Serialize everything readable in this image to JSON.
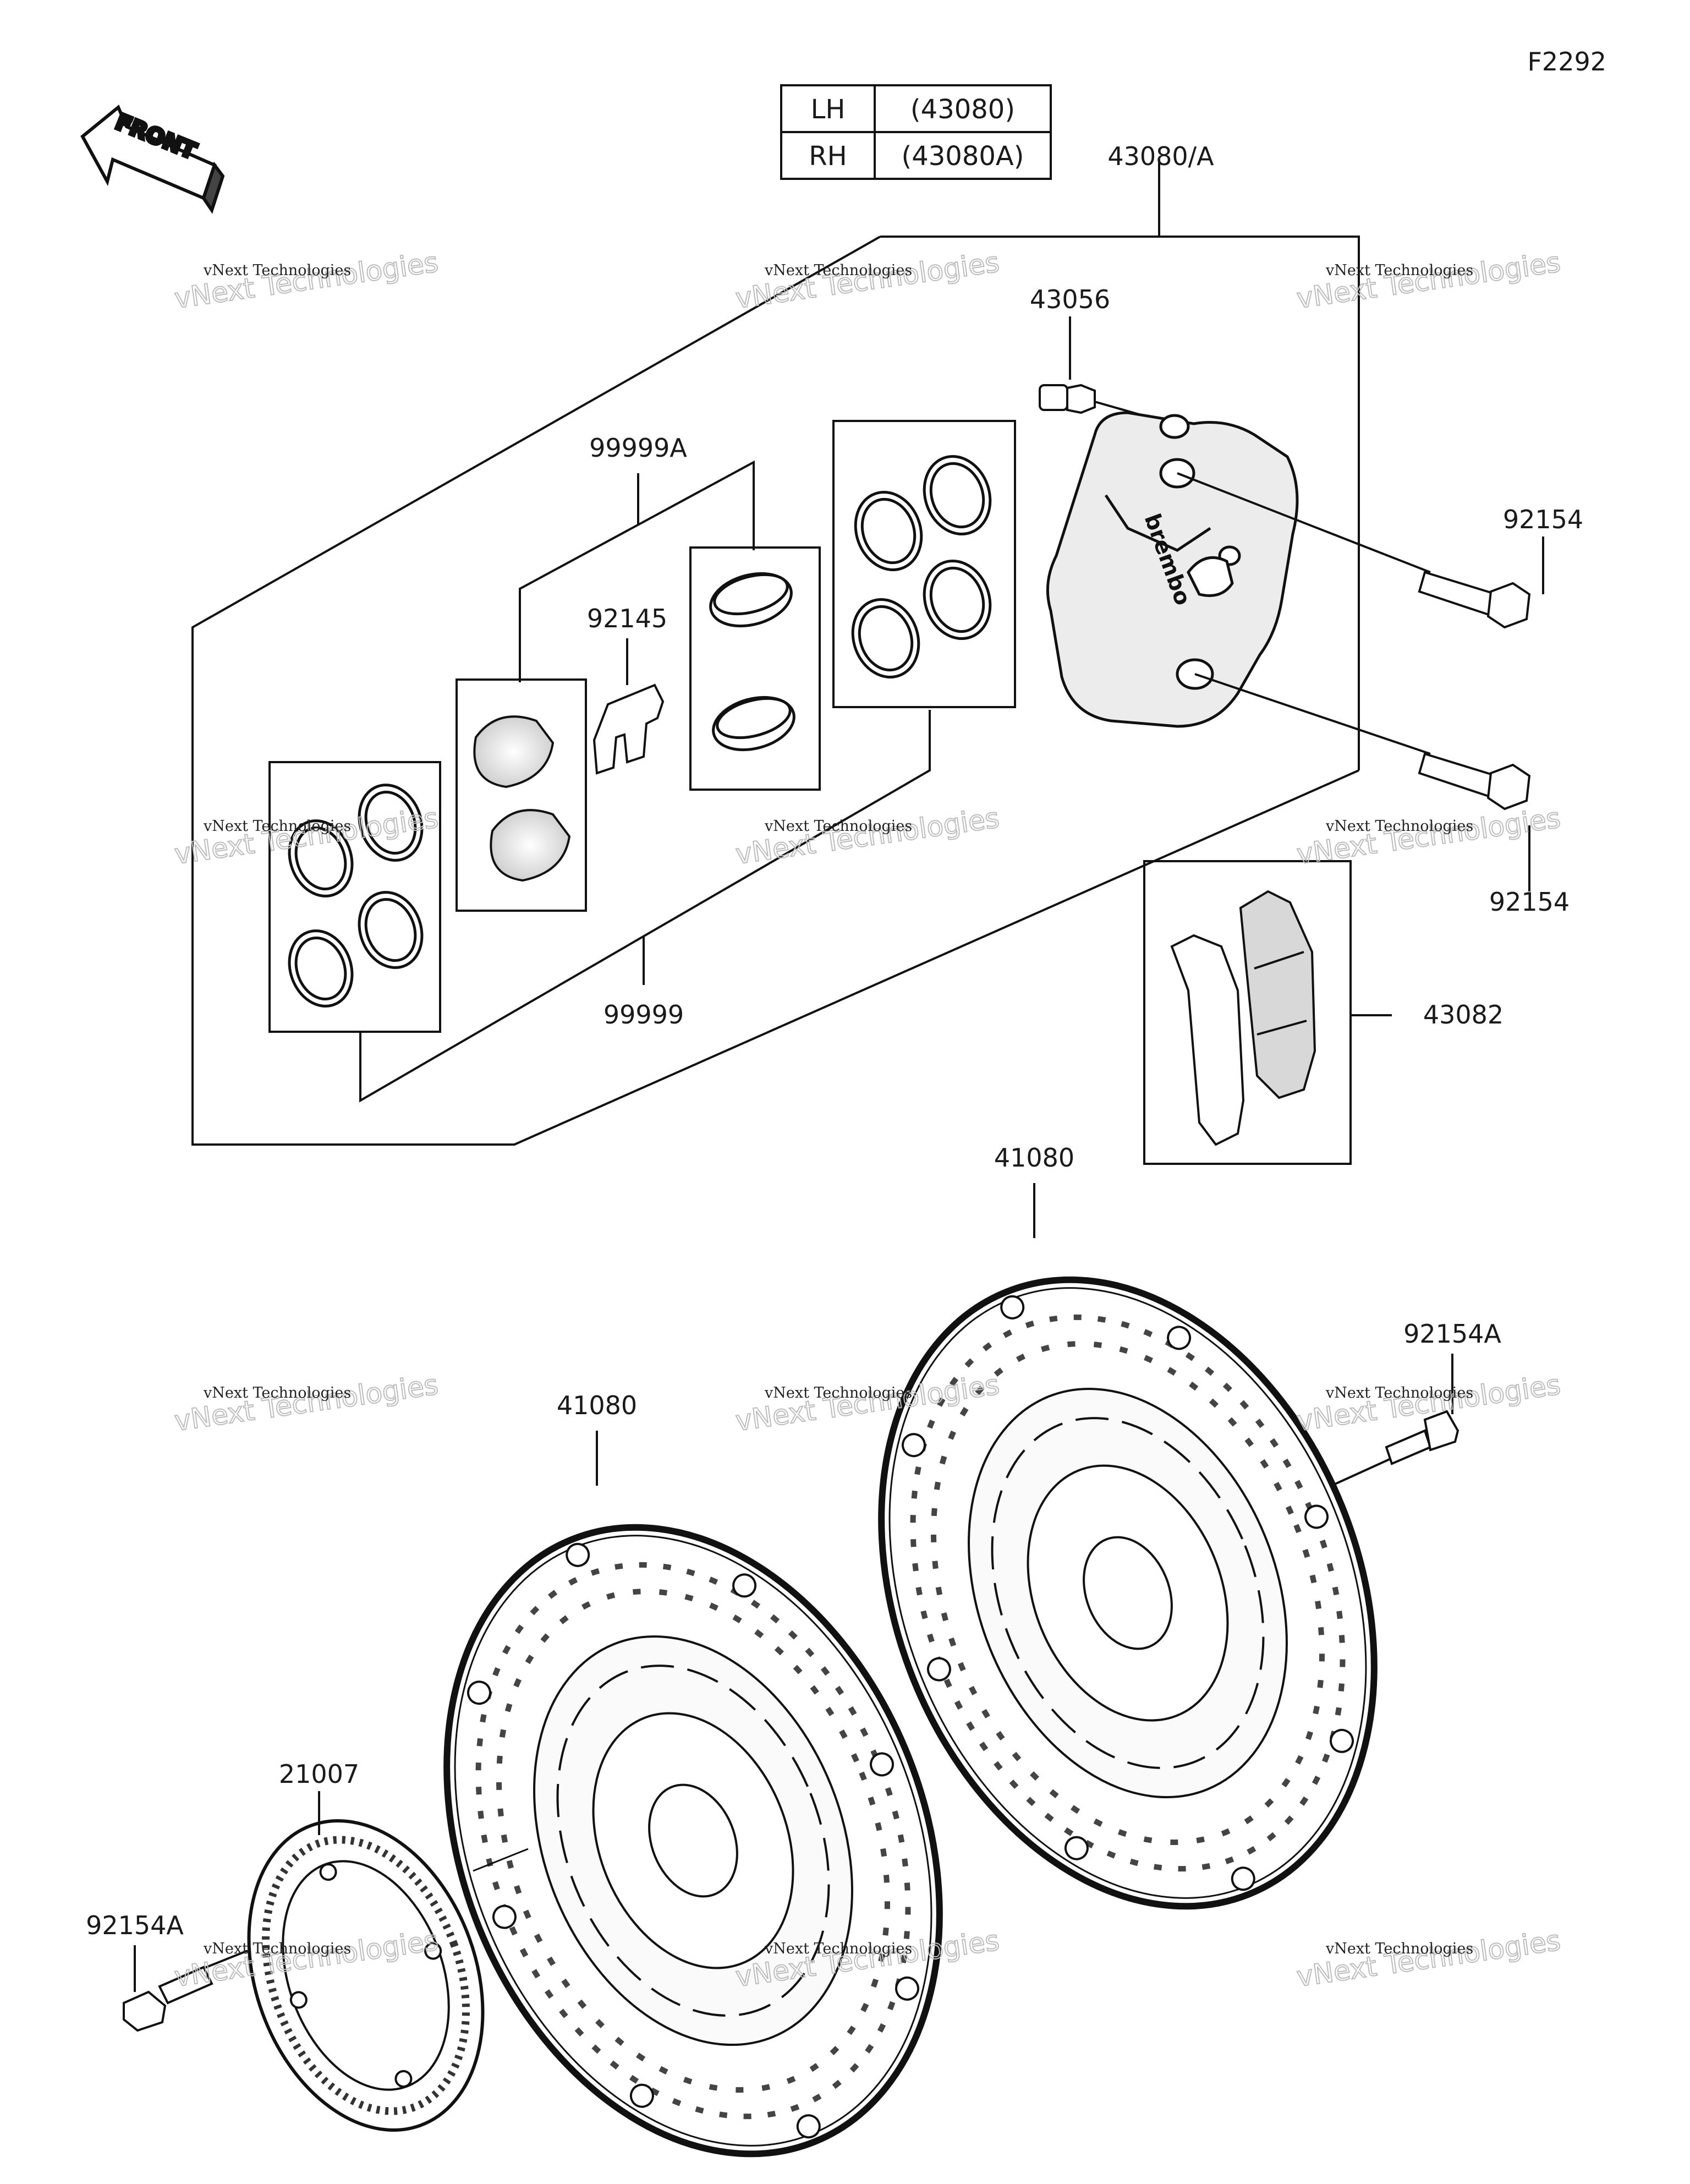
{
  "figure_code": "F2292",
  "orientation": "FRONT",
  "side_table": [
    {
      "side": "LH",
      "part": "(43080)"
    },
    {
      "side": "RH",
      "part": "(43080A)"
    }
  ],
  "callouts": {
    "caliper_assy": "43080/A",
    "bleeder": "43056",
    "seal_kit_a": "99999A",
    "pad_spring": "92145",
    "caliper_bolt_upper": "92154",
    "caliper_bolt_lower": "92154",
    "seal_kit": "99999",
    "brake_pads": "43082",
    "disc_right": "41080",
    "disc_left": "41080",
    "disc_bolt_right": "92154A",
    "sensor_rotor": "21007",
    "disc_bolt_left": "92154A"
  },
  "caliper_brand": "brembo",
  "watermark": {
    "line1": "vNext Technologies",
    "line2": "vNext Technologies"
  }
}
